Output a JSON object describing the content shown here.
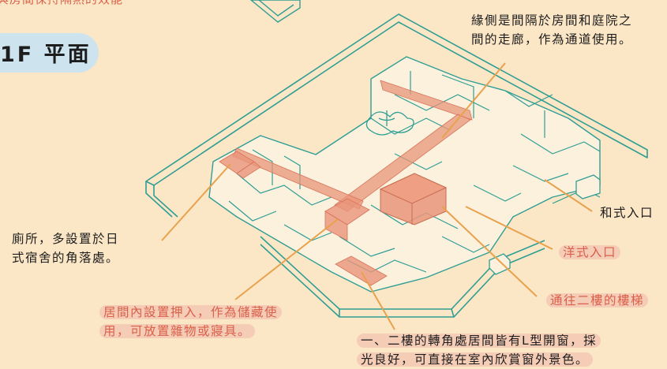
{
  "header": {
    "title": "1F 平面",
    "top_caption_fragment": "與房間保持隔熱的效能"
  },
  "captions": {
    "engawa": [
      "緣側是間隔於房間和庭院之",
      "間的走廊，作為通道使用。"
    ],
    "wa_entrance": "和式入口",
    "toilet": [
      "廁所，多設置於日",
      "式宿舍的角落處。"
    ],
    "yo_entrance": "洋式入口",
    "stairs": "通往二樓的樓梯",
    "oshiire": [
      "居間內設置押入，作為儲藏使",
      "用，可放置雜物或寢具。"
    ],
    "corner_room": [
      "一、二樓的轉角處居間皆有L型開窗，採",
      "光良好，可直接在室內欣賞窗外景色。"
    ]
  },
  "colors": {
    "background": "#fbe6c6",
    "line_teal": "#2f9e94",
    "highlight_salmon": "#e8957a",
    "leader_orange": "#e8a24e",
    "caption_red": "#d9604a",
    "title_badge": "#cde4ee"
  }
}
